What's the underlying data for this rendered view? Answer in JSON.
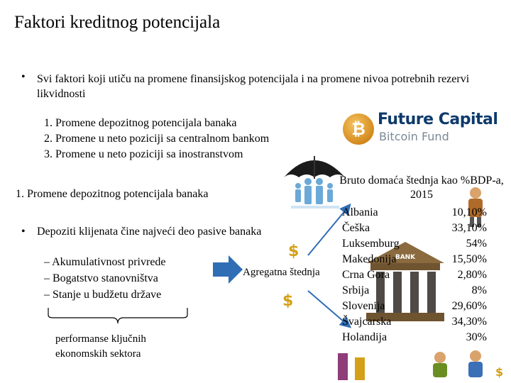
{
  "title": "Faktori kreditnog potencijala",
  "bullet_main": "Svi faktori koji utiču na promene finansijskog potencijala i na promene nivoa potrebnih rezervi likvidnosti",
  "factors": [
    "1.  Promene depozitnog potencijala banaka",
    "2.  Promene u neto poziciji sa centralnom bankom",
    "3.  Promene u neto poziciji sa inostranstvom"
  ],
  "section_heading": "1.  Promene depozitnog potencijala banaka",
  "bullet_deposits": "Depoziti klijenata čine najveći deo pasive banaka",
  "sub_items": [
    "–  Akumulativnost privrede",
    "–  Bogatstvo stanovništva",
    "–  Stanje u budžetu države"
  ],
  "aggregate_label": "Agregatna štednja",
  "performance_label": "performanse ključnih ekonomskih sektora",
  "logo": {
    "line1": "Future Capital",
    "line2": "Bitcoin Fund",
    "coin_glyph": "₿"
  },
  "bank_sign": "BANK",
  "savings_table": {
    "title": "Bruto domaća štednja kao %BDP-a, 2015",
    "rows": [
      {
        "country": "Albania",
        "value": "10,10%"
      },
      {
        "country": "Češka",
        "value": "33,10%"
      },
      {
        "country": "Luksemburg",
        "value": "54%"
      },
      {
        "country": "Makedonija",
        "value": "15,50%"
      },
      {
        "country": "Crna Gora",
        "value": "2,80%"
      },
      {
        "country": "Srbija",
        "value": "8%"
      },
      {
        "country": "Slovenija",
        "value": "29,60%"
      },
      {
        "country": "Švajcarska",
        "value": "34,30%"
      },
      {
        "country": "Holandija",
        "value": "30%"
      }
    ]
  },
  "icons": [
    "umbrella-icon",
    "family-icon",
    "dollar-icon",
    "bank-icon",
    "arrow-icon",
    "cartoon-icon"
  ],
  "colors": {
    "logo_blue": "#0e3a6b",
    "logo_gray": "#7a8a96",
    "coin_orange": "#d38a1c",
    "arrow_blue": "#2f6db5",
    "dollar_gold": "#d4a017"
  }
}
